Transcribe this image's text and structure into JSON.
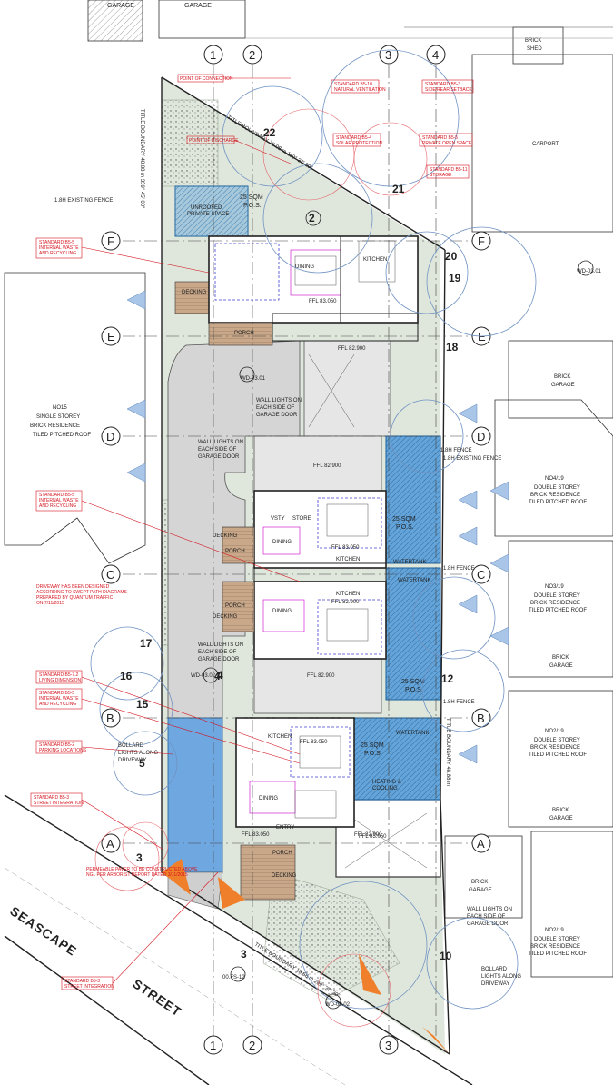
{
  "labels": {
    "garage_top_left": "GARAGE",
    "garage_top": "GARAGE",
    "brick_shed": "BRICK\nSHED",
    "carport": "CARPORT",
    "title_boundary_left": "TITLE BOUNDARY  48.88 m  359° 45' 00\"",
    "title_boundary_top": "TITLE BOUNDARY  70.08 m  119° 37' 30\"",
    "title_boundary_bottom": "TITLE BOUNDARY  18.68 m  299° 37' 30\"",
    "title_boundary_right": "TITLE BOUNDARY  48.88 m",
    "lot_left": "NO15\nSINGLE STOREY\nBRICK RESIDENCE\nTILED PITCHED ROOF",
    "lot_r1": "NO4/19\nDOUBLE STOREY\nBRICK RESIDENCE\nTILED PITCHED ROOF",
    "lot_r2": "NO3/19\nDOUBLE STOREY\nBRICK RESIDENCE\nTILED PITCHED ROOF",
    "lot_r3": "NO2/19\nDOUBLE STOREY\nBRICK RESIDENCE\nTILED PITCHED ROOF",
    "lot_r4": "NO2/19\nDOUBLE STOREY\nBRICK RESIDENCE\nTILED PITCHED ROOF",
    "brick_garage_1": "BRICK\nGARAGE",
    "brick_garage_2": "BRICK\nGARAGE",
    "brick_garage_3": "BRICK\nGARAGE",
    "brick_garage_4": "BRICK\nGARAGE",
    "pos_1": "25 SQM\nP.O.S.",
    "pos_2": "25 SQM\nP.O.S.",
    "pos_3": "25 SQM\nP.O.S.",
    "pos_4": "25 SQM\nP.O.S.",
    "unroofed": "UNROOFED\nPRIVATE SPACE",
    "wall_lights_1": "WALL LIGHTS ON\nEACH SIDE OF\nGARAGE DOOR",
    "wall_lights_2": "WALL LIGHTS ON\nEACH SIDE OF\nGARAGE DOOR",
    "wall_lights_3": "WALL LIGHTS ON\nEACH SIDE OF\nGARAGE DOOR",
    "wall_lights_4": "WALL LIGHTS ON\nEACH SIDE OF\nGARAGE DOOR",
    "bollard_left": "BOLLARD\nLIGHTS ALONG\nDRIVEWAY",
    "bollard_right": "BOLLARD\nLIGHTS ALONG\nDRIVEWAY",
    "street_1": "SEASCAPE",
    "street_2": "STREET",
    "fence_1": "1.8H EXISTING FENCE",
    "fence_2": "1.8H FENCE",
    "fence_3": "1.8H EXISTING FENCE",
    "fence_4": "1.8H FENCE",
    "fence_5": "1.8H FENCE",
    "entry": "ENTRY",
    "porch": "PORCH",
    "decking": "DECKING",
    "dining": "DINING",
    "kitchen": "KITCHEN",
    "store": "STORE",
    "heating": "HEATING &\nCOOLING",
    "watertank": "WATERTANK",
    "ffl_1": "FFL 83.050",
    "ffl_2": "FFL 82.900",
    "ffl_3": "FFL 82.900",
    "ffl_4": "FFL 83.050",
    "ffl_5": "FFL 82.900",
    "ffl_6": "FFL 83.050",
    "ffl_7": "FFL 82.900",
    "wd_1": "WD-03.01",
    "wd_2": "WD-03.01",
    "wd_3": "WD-03.02",
    "wd_4": "WD-03.02",
    "fs_1": "00.FS-12"
  },
  "annotations": {
    "point_of_connection": "POINT OF CONNECTION",
    "point_of_discharge": "POINT OF DISCHARGE",
    "nat_vent": "STANDARD B5-10\nNATURAL VENTILATION",
    "sidebar_setback": "STANDARD B5-3\nSIDE/REAR SETBACK",
    "solar": "STANDARD B5-4\nSOLAR PROTECTION",
    "private_open": "STANDARD B5-5\nPRIVATE OPEN SPACE",
    "storage": "STANDARD B5-11\nSTORAGE",
    "waste_1": "STANDARD B5-5\nINTERNAL WASTE\nAND RECYCLING",
    "waste_2": "STANDARD B5-5\nINTERNAL WASTE\nAND RECYCLING",
    "waste_3": "STANDARD B5-5\nINTERNAL WASTE\nAND RECYCLING",
    "driveway": "DRIVEWAY HAS BEEN DESIGNED\nACCORDING TO SWEPT PATH DIAGRAMS\nPREPARED BY QUANTUM TRAFFIC\nON 7/11/2015",
    "living_dim": "STANDARD B5-7.2\nLIVING DIMENSION",
    "parking": "STANDARD B5-2\nPARKING LOCATIONS",
    "street_int_1": "STANDARD B5-3\nSTREET INTEGRATION",
    "street_int_2": "STANDARD B5-3\nSTREET INTEGRATION",
    "pavers": "PERMEABLE PAVER TO BE CONSTRUCTED ABOVE\nNGL PER ARBORIST REPORT DATED 3/11/2015"
  },
  "tree_numbers": [
    "22",
    "21",
    "20",
    "19",
    "18",
    "17",
    "16",
    "15",
    "12",
    "10",
    "5",
    "4",
    "3"
  ],
  "grid_lines": {
    "columns": [
      "1",
      "2",
      "3",
      "4"
    ],
    "rows": [
      "F",
      "E",
      "D",
      "C",
      "B",
      "A"
    ]
  },
  "colors": {
    "pos_blue": "#3c8ed8",
    "concrete": "#cfcfcf",
    "lawn": "#a8c0a3",
    "annotation_red": "#d4141e",
    "magenta": "#c800c8",
    "orange": "#ef7f2a",
    "tree_blue": "#6f92c2",
    "deck": "#c9a88a"
  }
}
